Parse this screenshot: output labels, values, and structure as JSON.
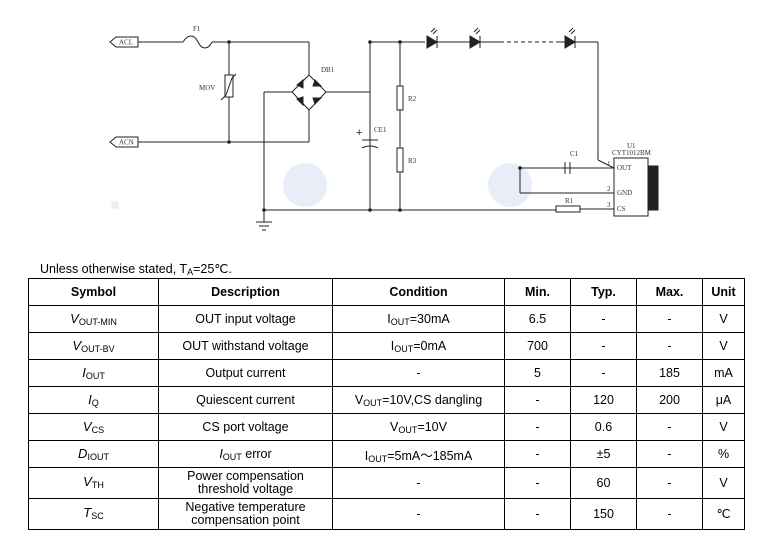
{
  "schematic": {
    "labels": {
      "acl": "ACL",
      "acn": "ACN",
      "f1": "F1",
      "mov": "MOV",
      "db1": "DB1",
      "ce1": "CE1",
      "r2": "R2",
      "r3": "R3",
      "c1": "C1",
      "r1": "R1",
      "u1": "U1",
      "chip": "CYT1012BM",
      "pin1": "1",
      "pin2": "2",
      "pin3": "3",
      "out": "OUT",
      "gnd": "GND",
      "cs": "CS",
      "plus": "+"
    }
  },
  "conditions_note": {
    "prefix": "Unless otherwise stated, T",
    "sub": "A",
    "suffix": "=25℃."
  },
  "table": {
    "headers": {
      "symbol": "Symbol",
      "description": "Description",
      "condition": "Condition",
      "min": "Min.",
      "typ": "Typ.",
      "max": "Max.",
      "unit": "Unit"
    },
    "rows": [
      {
        "sym_main": "V",
        "sym_sub": "OUT-MIN",
        "desc_line1": "OUT input voltage",
        "desc_line2": "",
        "cond_pre": "I",
        "cond_sub": "OUT",
        "cond_post": "=30mA",
        "min": "6.5",
        "typ": "-",
        "max": "-",
        "unit": "V"
      },
      {
        "sym_main": "V",
        "sym_sub": "OUT-BV",
        "desc_line1": "OUT withstand voltage",
        "desc_line2": "",
        "cond_pre": "I",
        "cond_sub": "OUT",
        "cond_post": "=0mA",
        "min": "700",
        "typ": "-",
        "max": "-",
        "unit": "V"
      },
      {
        "sym_main": "I",
        "sym_sub": "OUT",
        "desc_line1": "Output current",
        "desc_line2": "",
        "cond_pre": "-",
        "cond_sub": "",
        "cond_post": "",
        "min": "5",
        "typ": "-",
        "max": "185",
        "unit": "mA"
      },
      {
        "sym_main": "I",
        "sym_sub": "Q",
        "desc_line1": "Quiescent current",
        "desc_line2": "",
        "cond_pre": "V",
        "cond_sub": "OUT",
        "cond_post": "=10V,CS dangling",
        "min": "-",
        "typ": "120",
        "max": "200",
        "unit": "μA"
      },
      {
        "sym_main": "V",
        "sym_sub": "CS",
        "desc_line1": "CS port voltage",
        "desc_line2": "",
        "cond_pre": "V",
        "cond_sub": "OUT",
        "cond_post": "=10V",
        "min": "-",
        "typ": "0.6",
        "max": "-",
        "unit": "V"
      },
      {
        "sym_main": "D",
        "sym_sub": "IOUT",
        "desc_pre": "I",
        "desc_sub": "OUT",
        "desc_post": " error",
        "desc_line1": "",
        "desc_line2": "",
        "cond_pre": "I",
        "cond_sub": "OUT",
        "cond_post": "=5mA～185mA",
        "min": "-",
        "typ": "±5",
        "max": "-",
        "unit": "%"
      },
      {
        "sym_main": "V",
        "sym_sub": "TH",
        "desc_line1": "Power compensation",
        "desc_line2": "threshold voltage",
        "cond_pre": "-",
        "cond_sub": "",
        "cond_post": "",
        "min": "-",
        "typ": "60",
        "max": "-",
        "unit": "V"
      },
      {
        "sym_main": "T",
        "sym_sub": "SC",
        "desc_line1": "Negative temperature",
        "desc_line2": "compensation point",
        "cond_pre": "-",
        "cond_sub": "",
        "cond_post": "",
        "min": "-",
        "typ": "150",
        "max": "-",
        "unit": "℃"
      }
    ]
  }
}
